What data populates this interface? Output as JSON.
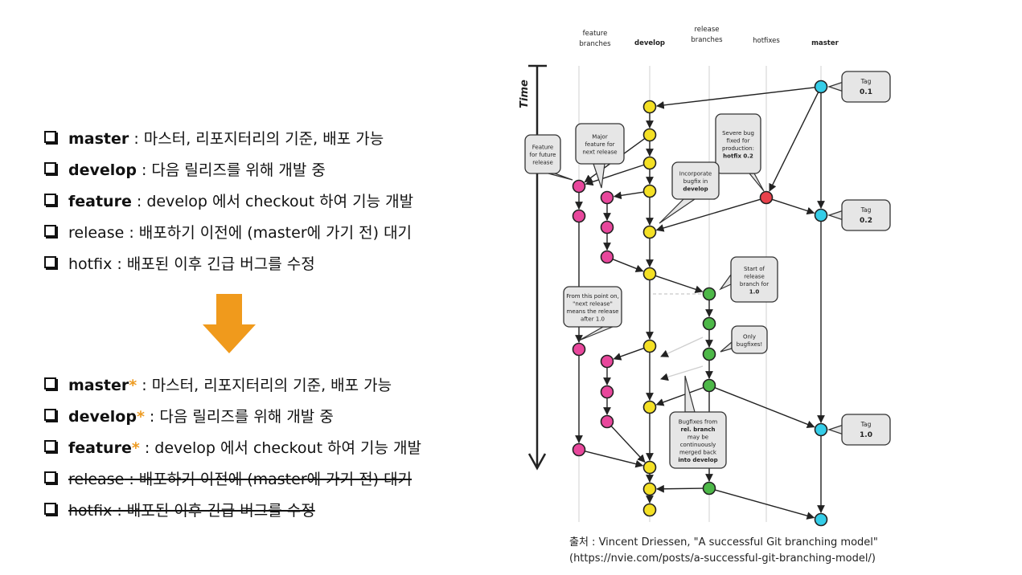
{
  "list_before": [
    {
      "term": "master",
      "desc": " : 마스터, 리포지터리의 기준, 배포 가능",
      "bold": true
    },
    {
      "term": "develop",
      "desc": " : 다음 릴리즈를 위해 개발 중",
      "bold": true
    },
    {
      "term": "feature",
      "desc": " : develop 에서 checkout 하여 기능 개발",
      "bold": true
    },
    {
      "term": "release",
      "desc": " : 배포하기 이전에 (master에 가기 전) 대기",
      "bold": false
    },
    {
      "term": "hotfix",
      "desc": " : 배포된 이후 긴급 버그를 수정",
      "bold": false
    }
  ],
  "list_after": [
    {
      "term": "master",
      "star": "*",
      "desc": " : 마스터, 리포지터리의 기준, 배포 가능"
    },
    {
      "term": "develop",
      "star": "*",
      "desc": " : 다음 릴리즈를 위해 개발 중"
    },
    {
      "term": "feature",
      "star": "*",
      "desc": " : develop 에서 checkout 하여 기능 개발"
    },
    {
      "term": "release",
      "desc": " : 배포하기 이전에 (master에 가기 전) 대기"
    },
    {
      "term": "hotfix",
      "desc": " : 배포된 이후 긴급 버그를 수정"
    }
  ],
  "colors": {
    "arrow": "#f09a1c",
    "star": "#ed9b22",
    "feature": "#e8479c",
    "develop": "#f4e025",
    "release": "#4db848",
    "hotfix": "#e8414b",
    "master": "#35cde8"
  },
  "diagram": {
    "time_label": "Time",
    "lanes": {
      "feature": [
        "feature",
        "branches"
      ],
      "develop": [
        "develop"
      ],
      "release": [
        "release",
        "branches"
      ],
      "hotfix": [
        "hotfixes"
      ],
      "master": [
        "master"
      ]
    },
    "tags": [
      {
        "label": "Tag",
        "version": "0.1"
      },
      {
        "label": "Tag",
        "version": "0.2"
      },
      {
        "label": "Tag",
        "version": "1.0"
      }
    ],
    "callouts": {
      "feature_future": [
        "Feature",
        "for future",
        "release"
      ],
      "major_feature": [
        "Major",
        "feature for",
        "next release"
      ],
      "severe_bug": [
        "Severe bug",
        "fixed for",
        "production:",
        "hotfix 0.2"
      ],
      "incorporate": [
        "Incorporate",
        "bugfix in",
        "develop"
      ],
      "start_release": [
        "Start of",
        "release",
        "branch for",
        "1.0"
      ],
      "from_this_point": [
        "From this point on,",
        "\"next release\"",
        "means the release",
        "after 1.0"
      ],
      "only_bugfixes": [
        "Only",
        "bugfixes!"
      ],
      "bugfixes_from": [
        "Bugfixes from",
        "rel. branch",
        "may be",
        "continuously",
        "merged back",
        "into develop"
      ]
    }
  },
  "source": {
    "line1": "출처 :  Vincent Driessen, \"A successful Git branching model\"",
    "line2": "(https://nvie.com/posts/a-successful-git-branching-model/)"
  }
}
